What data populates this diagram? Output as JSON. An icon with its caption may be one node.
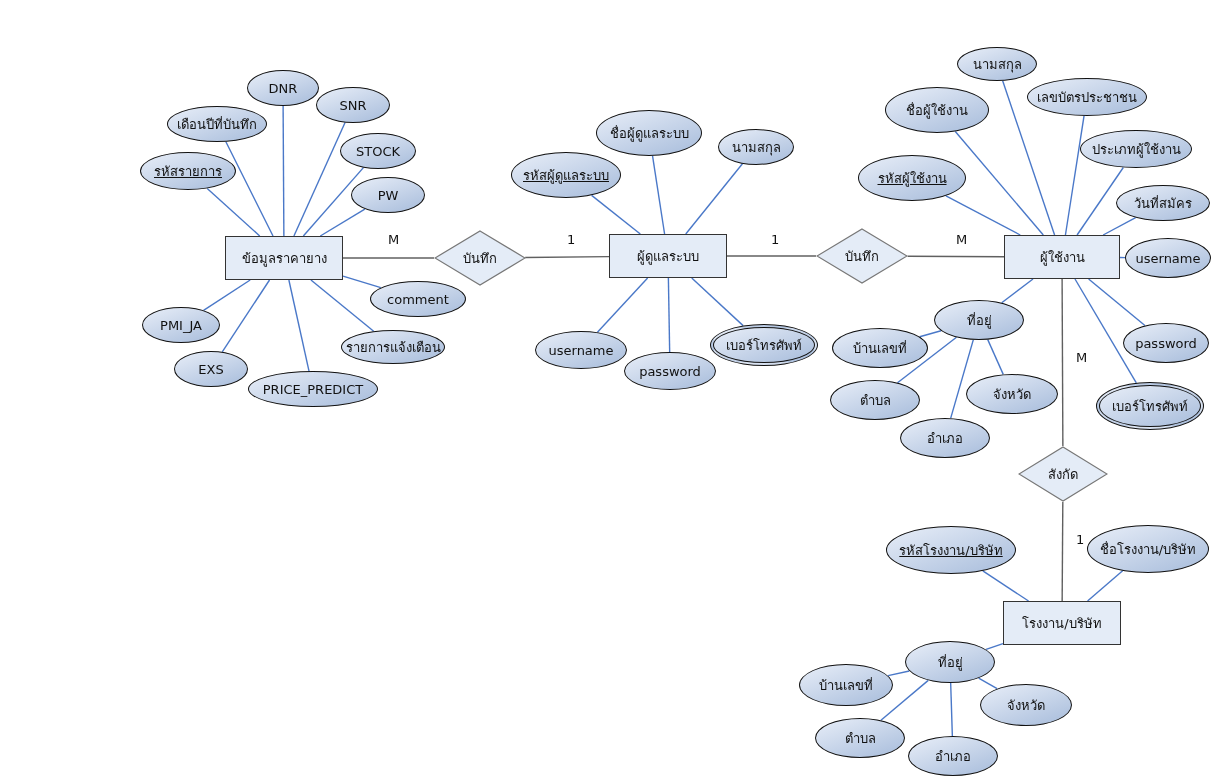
{
  "diagram": {
    "nodes": [
      {
        "text": [
          "ข้อมูลราคายาง"
        ]
      },
      {
        "text": [
          "บันทึก"
        ]
      },
      {
        "text": [
          "ผู้ดูแลระบบ"
        ]
      },
      {
        "text": [
          "บันทึก"
        ]
      },
      {
        "text": [
          "ผู้ใช้งาน"
        ]
      },
      {
        "text": [
          "สังกัด"
        ]
      },
      {
        "text": [
          "โรงงาน/บริษัท"
        ]
      },
      {
        "text": [
          "รหัสรายการ"
        ]
      },
      {
        "text": [
          "เดือนปีที่บันทึก"
        ]
      },
      {
        "text": [
          "DNR"
        ]
      },
      {
        "text": [
          "SNR"
        ]
      },
      {
        "text": [
          "STOCK"
        ]
      },
      {
        "text": [
          "PW"
        ]
      },
      {
        "text": [
          "comment"
        ]
      },
      {
        "text": [
          "รายการแจ้งเตือน"
        ]
      },
      {
        "text": [
          "PRICE_PREDICT"
        ]
      },
      {
        "text": [
          "EXS"
        ]
      },
      {
        "text": [
          "PMI_JA"
        ]
      },
      {
        "text": [
          "รหัสผู้ดูแลระบบ"
        ]
      },
      {
        "text": [
          "ชื่อผู้ดูแลระบบ"
        ]
      },
      {
        "text": [
          "นามสกุล"
        ]
      },
      {
        "text": [
          "username"
        ]
      },
      {
        "text": [
          "password"
        ]
      },
      {
        "text": [
          "เบอร์โทรศัพท์"
        ]
      },
      {
        "text": [
          "รหัสผู้ใช้งาน"
        ]
      },
      {
        "text": [
          "ชื่อผู้ใช้งาน"
        ]
      },
      {
        "text": [
          "นามสกุล"
        ]
      },
      {
        "text": [
          "เลขบัตรประชาชน"
        ]
      },
      {
        "text": [
          "ประเภทผู้ใช้งาน"
        ]
      },
      {
        "text": [
          "วันที่สมัคร"
        ]
      },
      {
        "text": [
          "username"
        ]
      },
      {
        "text": [
          "password"
        ]
      },
      {
        "text": [
          "เบอร์โทรศัพท์"
        ]
      },
      {
        "text": [
          "ที่อยู่"
        ]
      },
      {
        "text": [
          "บ้านเลขที่"
        ]
      },
      {
        "text": [
          "ตำบล"
        ]
      },
      {
        "text": [
          "อำเภอ"
        ]
      },
      {
        "text": [
          "จังหวัด"
        ]
      },
      {
        "text": [
          "รหัสโรงงาน/บริษัท"
        ]
      },
      {
        "text": [
          "ชื่อโรงงาน/บริษัท"
        ]
      },
      {
        "text": [
          "ที่อยู่"
        ]
      },
      {
        "text": [
          "บ้านเลขที่"
        ]
      },
      {
        "text": [
          "ตำบล"
        ]
      },
      {
        "text": [
          "อำเภอ"
        ]
      },
      {
        "text": [
          "จังหวัด"
        ]
      }
    ],
    "edges": [
      {
        "from": 0,
        "to": 1,
        "arrow": "none",
        "label": "M",
        "color": "#606060"
      },
      {
        "from": 1,
        "to": 2,
        "arrow": "none",
        "label": "1",
        "color": "#606060"
      },
      {
        "from": 2,
        "to": 3,
        "arrow": "none",
        "label": "1",
        "color": "#606060"
      },
      {
        "from": 3,
        "to": 4,
        "arrow": "none",
        "label": "M",
        "color": "#606060"
      },
      {
        "from": 4,
        "to": 5,
        "arrow": "none",
        "label": "M",
        "color": "#606060"
      },
      {
        "from": 5,
        "to": 6,
        "arrow": "none",
        "label": "1",
        "color": "#606060"
      },
      {
        "from": 7,
        "to": 0,
        "arrow": "none"
      },
      {
        "from": 8,
        "to": 0,
        "arrow": "none"
      },
      {
        "from": 9,
        "to": 0,
        "arrow": "none"
      },
      {
        "from": 10,
        "to": 0,
        "arrow": "none"
      },
      {
        "from": 11,
        "to": 0,
        "arrow": "none"
      },
      {
        "from": 12,
        "to": 0,
        "arrow": "none"
      },
      {
        "from": 13,
        "to": 0,
        "arrow": "none"
      },
      {
        "from": 14,
        "to": 0,
        "arrow": "none"
      },
      {
        "from": 15,
        "to": 0,
        "arrow": "none"
      },
      {
        "from": 16,
        "to": 0,
        "arrow": "none"
      },
      {
        "from": 17,
        "to": 0,
        "arrow": "none"
      },
      {
        "from": 18,
        "to": 2,
        "arrow": "none"
      },
      {
        "from": 19,
        "to": 2,
        "arrow": "none"
      },
      {
        "from": 20,
        "to": 2,
        "arrow": "none"
      },
      {
        "from": 21,
        "to": 2,
        "arrow": "none"
      },
      {
        "from": 22,
        "to": 2,
        "arrow": "none"
      },
      {
        "from": 23,
        "to": 2,
        "arrow": "none"
      },
      {
        "from": 24,
        "to": 4,
        "arrow": "none"
      },
      {
        "from": 25,
        "to": 4,
        "arrow": "none"
      },
      {
        "from": 26,
        "to": 4,
        "arrow": "none"
      },
      {
        "from": 27,
        "to": 4,
        "arrow": "none"
      },
      {
        "from": 28,
        "to": 4,
        "arrow": "none"
      },
      {
        "from": 29,
        "to": 4,
        "arrow": "none"
      },
      {
        "from": 30,
        "to": 4,
        "arrow": "none"
      },
      {
        "from": 31,
        "to": 4,
        "arrow": "none"
      },
      {
        "from": 32,
        "to": 4,
        "arrow": "none"
      },
      {
        "from": 33,
        "to": 4,
        "arrow": "none"
      },
      {
        "from": 34,
        "to": 33,
        "arrow": "none"
      },
      {
        "from": 35,
        "to": 33,
        "arrow": "none"
      },
      {
        "from": 36,
        "to": 33,
        "arrow": "none"
      },
      {
        "from": 37,
        "to": 33,
        "arrow": "none"
      },
      {
        "from": 38,
        "to": 6,
        "arrow": "none"
      },
      {
        "from": 39,
        "to": 6,
        "arrow": "none"
      },
      {
        "from": 40,
        "to": 6,
        "arrow": "none"
      },
      {
        "from": 41,
        "to": 40,
        "arrow": "none"
      },
      {
        "from": 42,
        "to": 40,
        "arrow": "none"
      },
      {
        "from": 43,
        "to": 40,
        "arrow": "none"
      },
      {
        "from": 44,
        "to": 40,
        "arrow": "none"
      }
    ]
  }
}
